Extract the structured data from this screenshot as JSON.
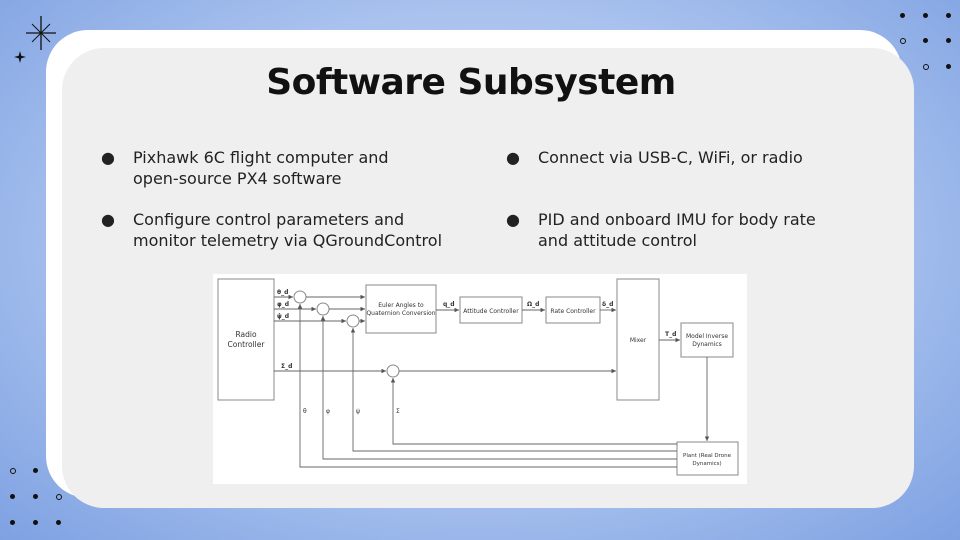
{
  "slide": {
    "title": "Software Subsystem",
    "bullets": [
      {
        "lines": [
          "Pixhawk 6C flight computer and",
          "open-source PX4 software"
        ]
      },
      {
        "lines": [
          "Configure control parameters and",
          "monitor telemetry via QGroundControl"
        ]
      },
      {
        "lines": [
          "Connect via USB-C, WiFi, or radio"
        ]
      },
      {
        "lines": [
          "PID and onboard IMU for body rate",
          "and attitude control"
        ]
      }
    ],
    "bullet_symbol": "●"
  },
  "diagram": {
    "blocks": {
      "radio": [
        "Radio",
        "Controller"
      ],
      "euler": [
        "Euler Angles to",
        "Quaternion Conversion"
      ],
      "attitude": "Attitude Controller",
      "rate": "Rate Controller",
      "mixer": "Mixer",
      "inverse": [
        "Model Inverse",
        "Dynamics"
      ],
      "plant": [
        "Plant (Real Drone",
        "Dynamics)"
      ]
    },
    "signals": {
      "theta_d": "θ_d",
      "phi_d": "φ_d",
      "psi_dot_d": "ψ̇_d",
      "sigma_d": "Σ_d",
      "q_d": "q_d",
      "omega_d": "Ω_d",
      "delta_d": "δ_d",
      "tau_d": "T_d",
      "theta": "θ",
      "phi": "φ",
      "psi_dot": "ψ̇",
      "sigma": "Σ"
    }
  },
  "decor": {
    "icons": [
      "sparkle-icon",
      "small-star-icon"
    ]
  }
}
